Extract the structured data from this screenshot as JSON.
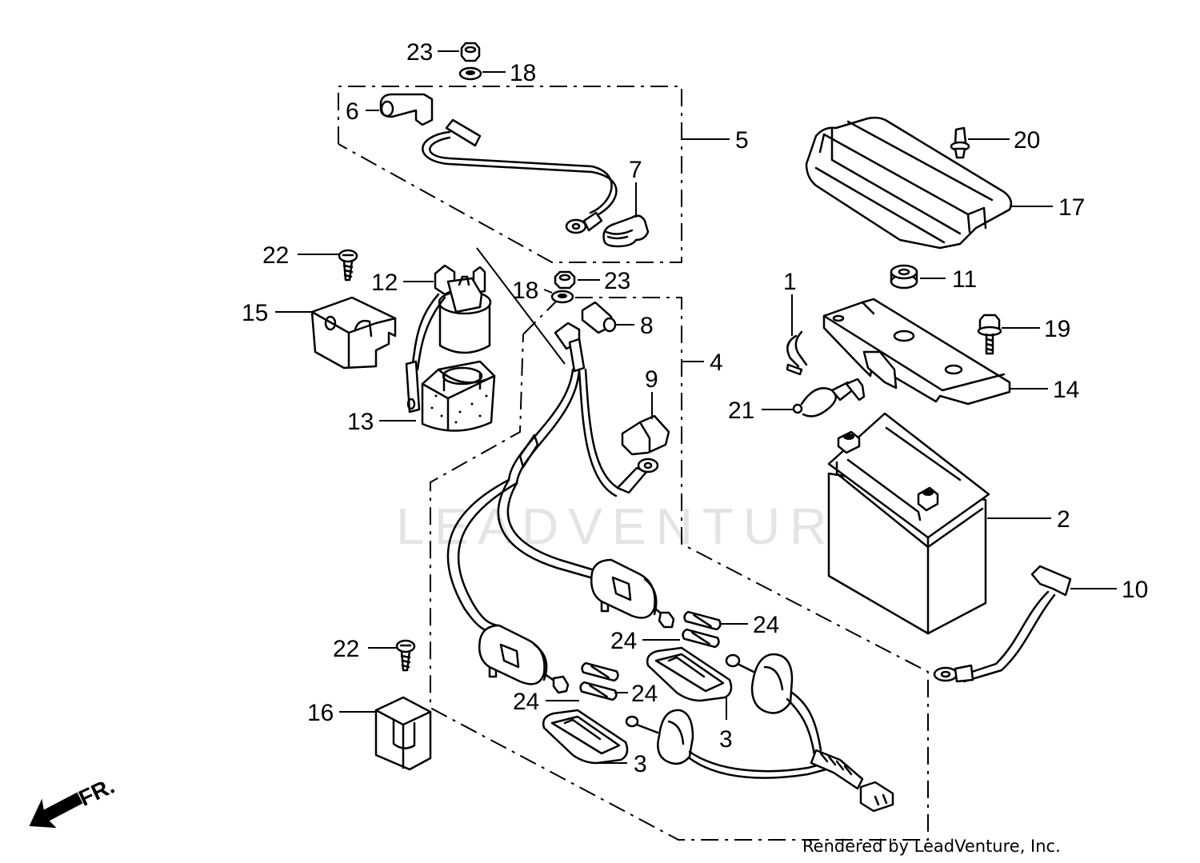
{
  "watermark": "LEADVENTURE",
  "credit": "Rendered by LeadVenture, Inc.",
  "direction_label": "FR.",
  "callouts": [
    {
      "id": "c23a",
      "label": "23"
    },
    {
      "id": "c18a",
      "label": "18"
    },
    {
      "id": "c6",
      "label": "6"
    },
    {
      "id": "c5",
      "label": "5"
    },
    {
      "id": "c7",
      "label": "7"
    },
    {
      "id": "c20",
      "label": "20"
    },
    {
      "id": "c17",
      "label": "17"
    },
    {
      "id": "c22a",
      "label": "22"
    },
    {
      "id": "c12",
      "label": "12"
    },
    {
      "id": "c23b",
      "label": "23"
    },
    {
      "id": "c18b",
      "label": "18"
    },
    {
      "id": "c11",
      "label": "11"
    },
    {
      "id": "c1",
      "label": "1"
    },
    {
      "id": "c15",
      "label": "15"
    },
    {
      "id": "c8",
      "label": "8"
    },
    {
      "id": "c19",
      "label": "19"
    },
    {
      "id": "c4",
      "label": "4"
    },
    {
      "id": "c9",
      "label": "9"
    },
    {
      "id": "c14",
      "label": "14"
    },
    {
      "id": "c21",
      "label": "21"
    },
    {
      "id": "c13",
      "label": "13"
    },
    {
      "id": "c2",
      "label": "2"
    },
    {
      "id": "c10",
      "label": "10"
    },
    {
      "id": "c24a",
      "label": "24"
    },
    {
      "id": "c24b",
      "label": "24"
    },
    {
      "id": "c22b",
      "label": "22"
    },
    {
      "id": "c24c",
      "label": "24"
    },
    {
      "id": "c24d",
      "label": "24"
    },
    {
      "id": "c16",
      "label": "16"
    },
    {
      "id": "c3a",
      "label": "3"
    },
    {
      "id": "c3b",
      "label": "3"
    }
  ]
}
